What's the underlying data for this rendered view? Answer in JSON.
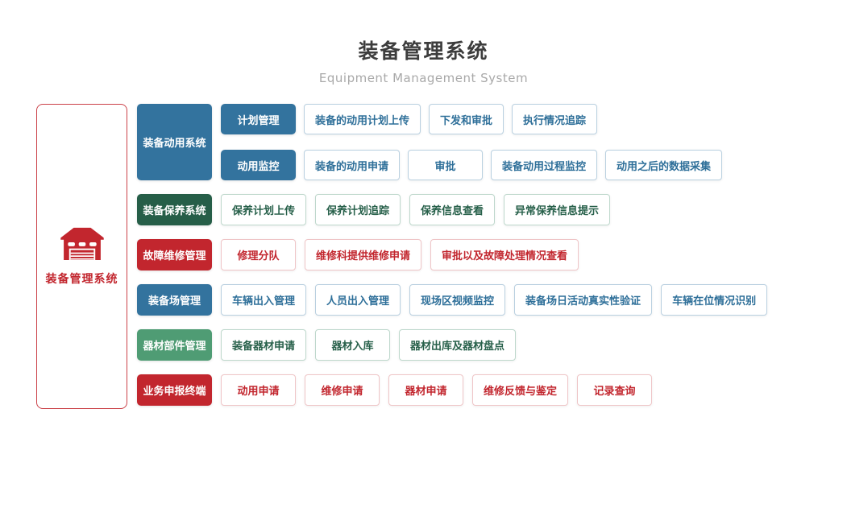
{
  "header": {
    "title": "装备管理系统",
    "subtitle": "Equipment Management System"
  },
  "sidebar": {
    "label": "装备管理系统",
    "icon": "garage-icon"
  },
  "groups": [
    {
      "label": "装备动用系统",
      "theme": "blue",
      "subgroups": [
        {
          "label": "计划管理",
          "items": [
            "装备的动用计划上传",
            "下发和审批",
            "执行情况追踪"
          ]
        },
        {
          "label": "动用监控",
          "items": [
            "装备的动用申请",
            "审批",
            "装备动用过程监控",
            "动用之后的数据采集"
          ]
        }
      ]
    },
    {
      "label": "装备保养系统",
      "theme": "dark-green",
      "items": [
        "保养计划上传",
        "保养计划追踪",
        "保养信息查看",
        "异常保养信息提示"
      ]
    },
    {
      "label": "故障维修管理",
      "theme": "red",
      "items": [
        "修理分队",
        "维修科提供维修申请",
        "审批以及故障处理情况查看"
      ]
    },
    {
      "label": "装备场管理",
      "theme": "blue",
      "items": [
        "车辆出入管理",
        "人员出入管理",
        "现场区视频监控",
        "装备场日活动真实性验证",
        "车辆在位情况识别"
      ]
    },
    {
      "label": "器材部件管理",
      "theme": "green",
      "items": [
        "装备器材申请",
        "器材入库",
        "器材出库及器材盘点"
      ]
    },
    {
      "label": "业务申报终端",
      "theme": "red",
      "items": [
        "动用申请",
        "维修申请",
        "器材申请",
        "维修反馈与鉴定",
        "记录查询"
      ]
    }
  ],
  "colors": {
    "blue": "#33739e",
    "dark_green": "#265e48",
    "green": "#4f9c74",
    "red": "#c2262e",
    "outline_blue": "#b9d0e0",
    "outline_green": "#bed8cc",
    "outline_red": "#efc5c7",
    "title_gray": "#3d3d3d",
    "subtitle_gray": "#a9a9a9"
  }
}
